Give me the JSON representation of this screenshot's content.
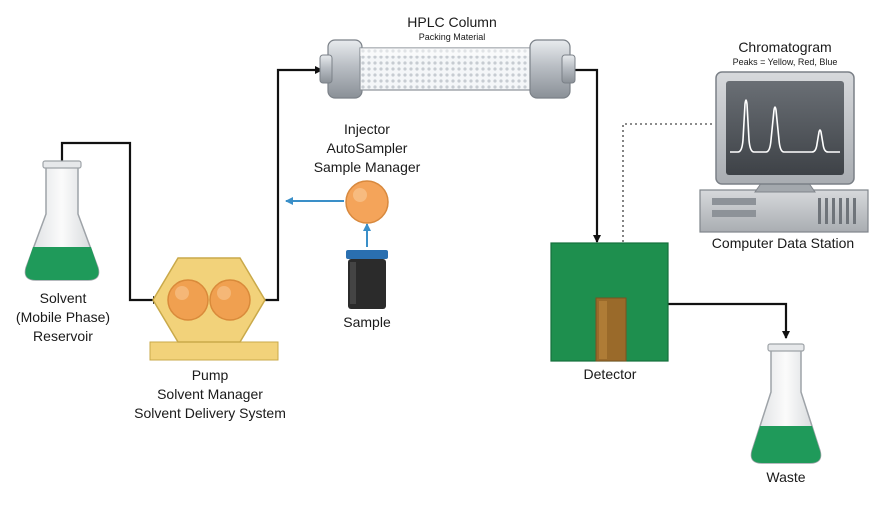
{
  "labels": {
    "column_title": "HPLC Column",
    "column_sub": "Packing Material",
    "chromatogram_title": "Chromatogram",
    "chromatogram_sub": "Peaks = Yellow, Red, Blue",
    "injector_lines": [
      "Injector",
      "AutoSampler",
      "Sample Manager"
    ],
    "solvent_lines": [
      "Solvent",
      "(Mobile Phase)",
      "Reservoir"
    ],
    "pump_lines": [
      "Pump",
      "Solvent Manager",
      "Solvent Delivery System"
    ],
    "sample": "Sample",
    "detector": "Detector",
    "computer": "Computer Data Station",
    "waste": "Waste"
  },
  "colors": {
    "liquid_green": "#1f9a5a",
    "detector_green": "#1e8f4e",
    "detector_window": "#9a6a2a",
    "pump_body": "#f2d27a",
    "pump_rotor": "#f0a050",
    "injector": "#f4a45a",
    "sample_cap": "#2a6fb0",
    "flow_blue": "#3a8fc8",
    "line": "#111111"
  },
  "icons": [
    "solvent-flask-icon",
    "pump-icon",
    "injector-icon",
    "sample-vial-icon",
    "hplc-column-icon",
    "detector-icon",
    "computer-icon",
    "waste-flask-icon"
  ]
}
